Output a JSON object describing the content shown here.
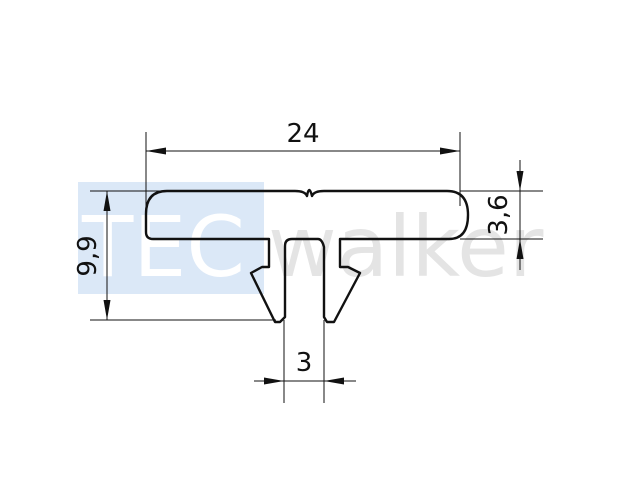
{
  "watermark": {
    "prefix": "TEC",
    "suffix": "walker",
    "prefix_color": "#dbe8f7",
    "suffix_color": "#e4e4e4"
  },
  "dimensions": {
    "overall_width": "24",
    "overall_height": "9,9",
    "flange_thickness": "3,6",
    "stem_width": "3"
  },
  "colors": {
    "line": "#111111",
    "background": "#ffffff"
  }
}
